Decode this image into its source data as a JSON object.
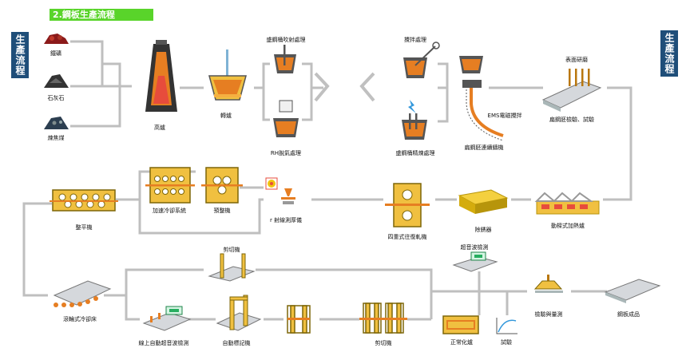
{
  "title": "2.鋼板生產流程",
  "side_left": "生產流程",
  "side_right": "生產流程",
  "labels": {
    "iron_ore": "鐵礦",
    "limestone": "石灰石",
    "coal": "煉焦煤",
    "blast_furnace": "高爐",
    "converter": "轉爐",
    "ladle_blowing": "盛鋼桶吹射處理",
    "rh_degassing": "RH脫氣處理",
    "stirring": "攪拌處理",
    "ladle_refining": "盛鋼桶精煉處理",
    "ems_stirring": "EMS電磁攪拌",
    "continuous_casting": "扁鋼胚連續鑄機",
    "surface_grinding": "表面研磨",
    "slab_inspection": "扁鋼胚檢驗、試驗",
    "walking_furnace": "動樑式加熱爐",
    "descaling": "除銹器",
    "four_high_mill": "四重式往復軋機",
    "x_ray_gauge": "r 射線測厚儀",
    "pre_leveler": "預整機",
    "accelerated_cooling": "加速冷卻系統",
    "leveler": "整平機",
    "cooling_bed": "滾輪式冷卻床",
    "online_ut": "線上自動超音波檢測",
    "auto_marking": "自動標記機",
    "cut_shear": "剪切機",
    "shearing_machine": "剪切機",
    "ut_inspection": "超音波檢測",
    "normalizing": "正常化爐",
    "testing": "試驗",
    "inspection_measure": "檢驗與量測",
    "finished_plate": "鋼板成品"
  }
}
